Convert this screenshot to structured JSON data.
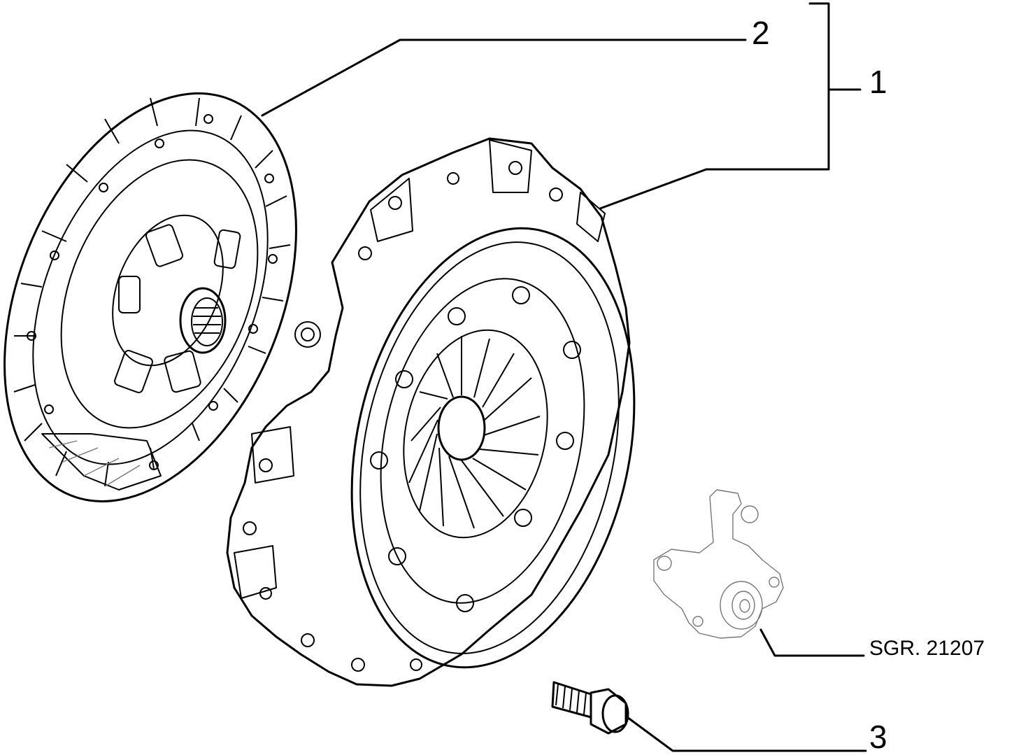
{
  "callouts": {
    "item_1": "1",
    "item_2": "2",
    "item_3": "3"
  },
  "reference": {
    "group_ref": "SGR. 21207"
  }
}
